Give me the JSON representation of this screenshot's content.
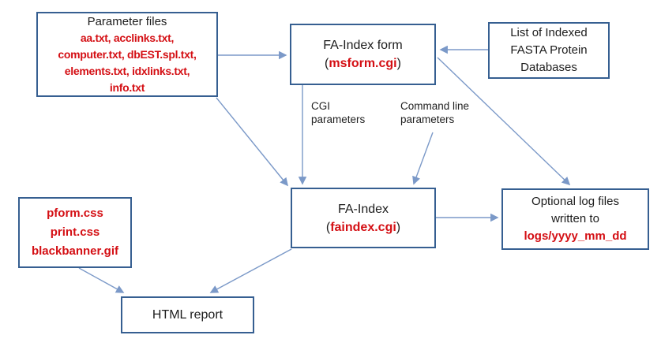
{
  "diagram": {
    "boxes": {
      "parameter_files": {
        "title": "Parameter files",
        "files": [
          "aa.txt, acclinks.txt,",
          "computer.txt, dbEST.spl.txt,",
          "elements.txt, idxlinks.txt,",
          "info.txt"
        ]
      },
      "fa_index_form": {
        "title": "FA-Index form",
        "paren_open": "(",
        "script": "msform.cgi",
        "paren_close": ")"
      },
      "fasta_databases": {
        "lines": [
          "List of Indexed",
          "FASTA Protein",
          "Databases"
        ]
      },
      "fa_index": {
        "title": "FA-Index",
        "paren_open": "(",
        "script": "faindex.cgi",
        "paren_close": ")"
      },
      "log_files": {
        "line1": "Optional log files",
        "line2": "written to",
        "path": "logs/yyyy_mm_dd"
      },
      "static_assets": {
        "files": [
          "pform.css",
          "print.css",
          "blackbanner.gif"
        ]
      },
      "html_report": {
        "title": "HTML report"
      }
    },
    "labels": {
      "cgi_parameters": [
        "CGI",
        "parameters"
      ],
      "command_line_parameters": [
        "Command line",
        "parameters"
      ]
    },
    "colors": {
      "box_border": "#365f91",
      "arrow": "#7b99c8",
      "red_text": "#d40f14",
      "black_text": "#1c1c1c",
      "background": "#ffffff"
    }
  }
}
